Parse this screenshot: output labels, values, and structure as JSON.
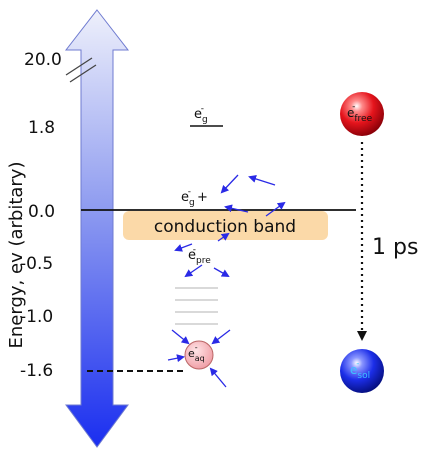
{
  "axis": {
    "label": "Energy, ev (arbitary)",
    "ticks": [
      "20.0",
      "1.8",
      "0.0",
      "-0.5",
      "-1.0",
      "-1.6"
    ]
  },
  "band": {
    "label": "conduction band"
  },
  "species": {
    "eg_base": "e",
    "eg_sup": "-",
    "eg_sub": "g",
    "eg_plus": "+",
    "epre_base": "e",
    "epre_sup": "-",
    "epre_sub": "pre",
    "eaq_base": "e",
    "eaq_sup": "-",
    "eaq_sub": "aq"
  },
  "balls": {
    "free_base": "e",
    "free_sup": "-",
    "free_sub": "free",
    "sol_base": "e",
    "sol_sup": "-",
    "sol_sub": "sol"
  },
  "transition": {
    "time": "1 ps"
  },
  "colors": {
    "arrow_top": "#e8ecfa",
    "arrow_bottom": "#1a2ef0",
    "band_fill": "#fbd9a8",
    "electron_arrows": "#2a2ae6",
    "eaq_fill": "#f6b9be",
    "free_ball": "#e8121c",
    "sol_ball": "#1c2ee8",
    "sol_text": "#3ec0ff"
  }
}
